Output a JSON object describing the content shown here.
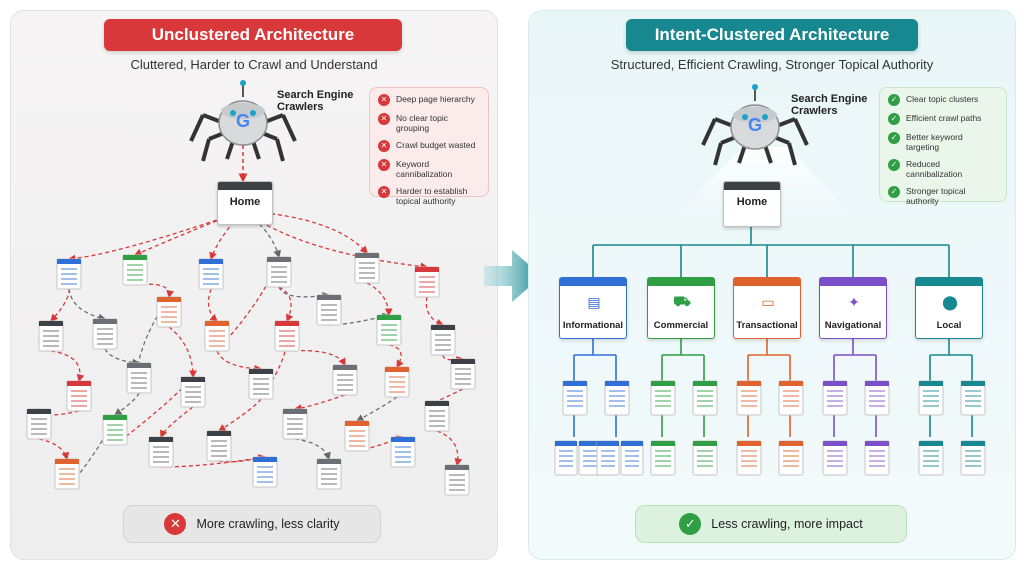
{
  "left": {
    "title": "Unclustered Architecture",
    "subtitle": "Cluttered, Harder to Crawl and Understand",
    "crawler_label": "Search Engine Crawlers",
    "home_label": "Home",
    "issues": [
      "Deep page hierarchy",
      "No clear topic grouping",
      "Crawl budget wasted",
      "Keyword cannibalization",
      "Harder to establish topical authority"
    ],
    "bottom_text": "More crawling, less clarity",
    "accent": "#d9383a"
  },
  "right": {
    "title": "Intent-Clustered Architecture",
    "subtitle": "Structured, Efficient Crawling, Stronger Topical Authority",
    "crawler_label": "Search Engine Crawlers",
    "home_label": "Home",
    "benefits": [
      "Clear topic clusters",
      "Efficient crawl paths",
      "Better keyword targeting",
      "Reduced cannibalization",
      "Stronger topical authority"
    ],
    "bottom_text": "Less crawling, more impact",
    "accent": "#17888f",
    "categories": [
      {
        "label": "Informational",
        "color": "#2f6fd6",
        "icon": "document-icon"
      },
      {
        "label": "Commercial",
        "color": "#2f9e44",
        "icon": "cart-icon"
      },
      {
        "label": "Transactional",
        "color": "#e0622f",
        "icon": "credit-card-icon"
      },
      {
        "label": "Navigational",
        "color": "#7b4fc9",
        "icon": "compass-icon"
      },
      {
        "label": "Local",
        "color": "#17888f",
        "icon": "map-pin-icon"
      }
    ]
  },
  "logo_letter": "G"
}
